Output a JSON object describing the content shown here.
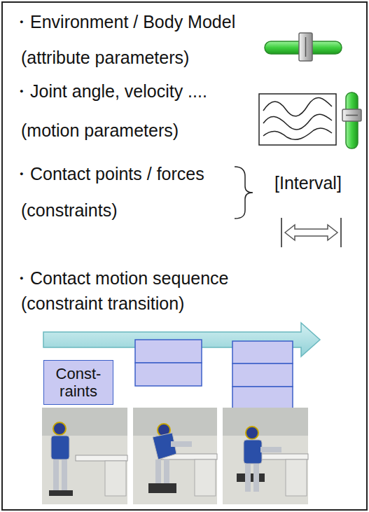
{
  "diagram": {
    "nodes": [
      {
        "text": [
          "Const- raints"
        ]
      }
    ],
    "labels": [
      "・Environment / Body Model",
      "(attribute parameters)",
      "・Joint angle, velocity ....",
      "(motion parameters)",
      "・Contact points / forces",
      "(constraints)",
      "[Interval]",
      "・Contact motion sequence",
      "(constraint transition)"
    ]
  }
}
